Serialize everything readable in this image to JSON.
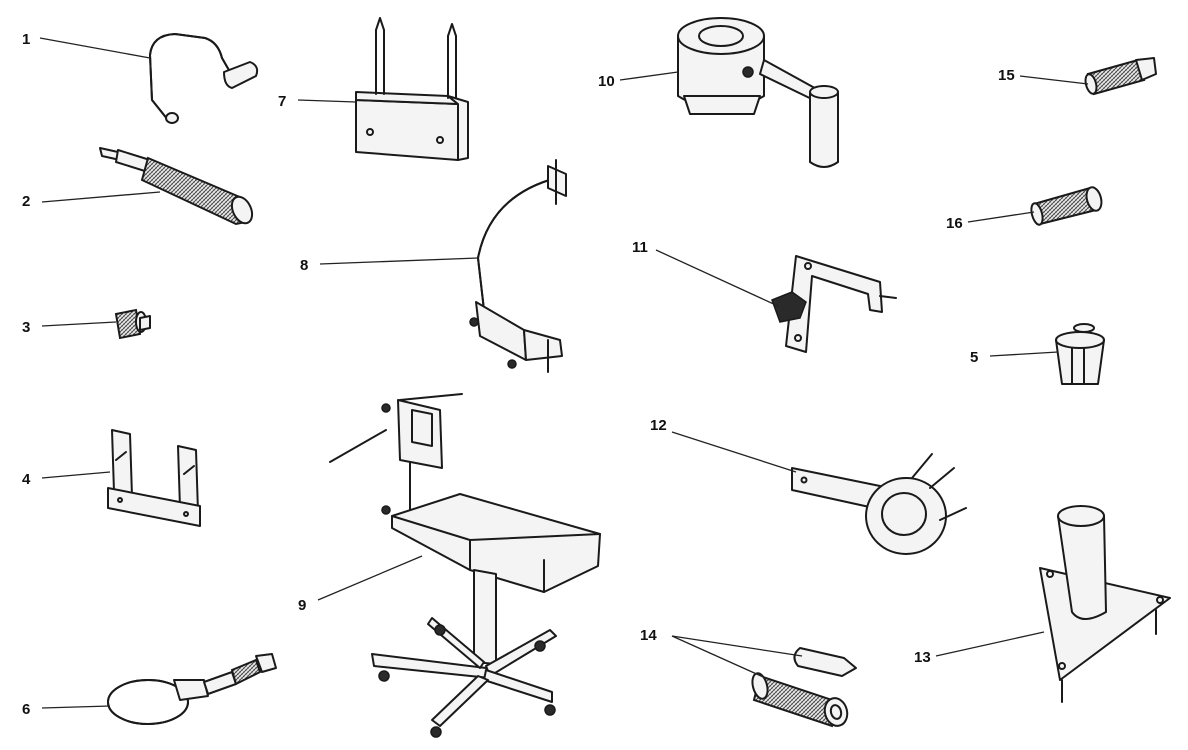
{
  "labels": [
    "1",
    "2",
    "3",
    "4",
    "5",
    "6",
    "7",
    "8",
    "9",
    "10",
    "11",
    "12",
    "13",
    "14",
    "15",
    "16"
  ],
  "colors": {
    "ink": "#1a1a1a",
    "background": "#ffffff"
  }
}
